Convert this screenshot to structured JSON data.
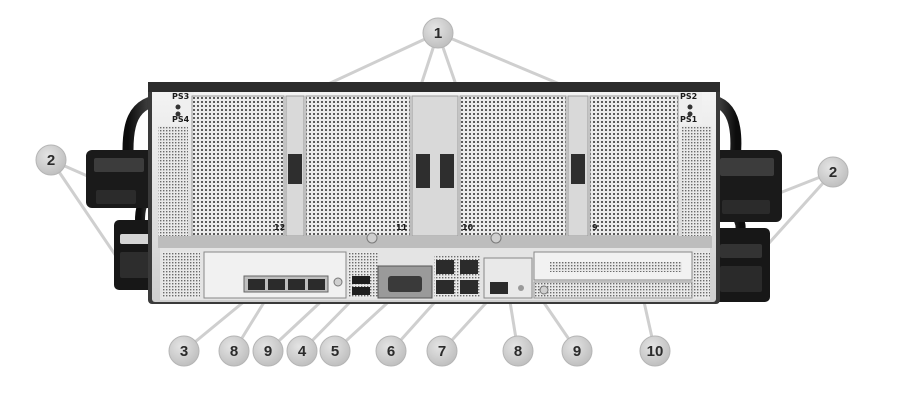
{
  "callouts": [
    {
      "id": "c1",
      "label": "1"
    },
    {
      "id": "c2-left",
      "label": "2"
    },
    {
      "id": "c2-right",
      "label": "2"
    },
    {
      "id": "c3",
      "label": "3"
    },
    {
      "id": "c8-a",
      "label": "8"
    },
    {
      "id": "c9-a",
      "label": "9"
    },
    {
      "id": "c4",
      "label": "4"
    },
    {
      "id": "c5",
      "label": "5"
    },
    {
      "id": "c6",
      "label": "6"
    },
    {
      "id": "c7",
      "label": "7"
    },
    {
      "id": "c8-b",
      "label": "8"
    },
    {
      "id": "c9-b",
      "label": "9"
    },
    {
      "id": "c10",
      "label": "10"
    }
  ],
  "chassis_labels": {
    "ps3": "PS3",
    "ps4": "PS4",
    "ps2": "PS2",
    "ps1": "PS1",
    "slot12": "12",
    "slot11": "11",
    "slot10": "10",
    "slot9": "9"
  },
  "colors": {
    "callout_fill": "#d2d2d2",
    "callout_text": "#2b2b2b",
    "leader_line": "#cfcfcf",
    "chassis_dark": "#3a3a3a",
    "mesh_light": "#e6e6e6",
    "cable_black": "#141414"
  }
}
